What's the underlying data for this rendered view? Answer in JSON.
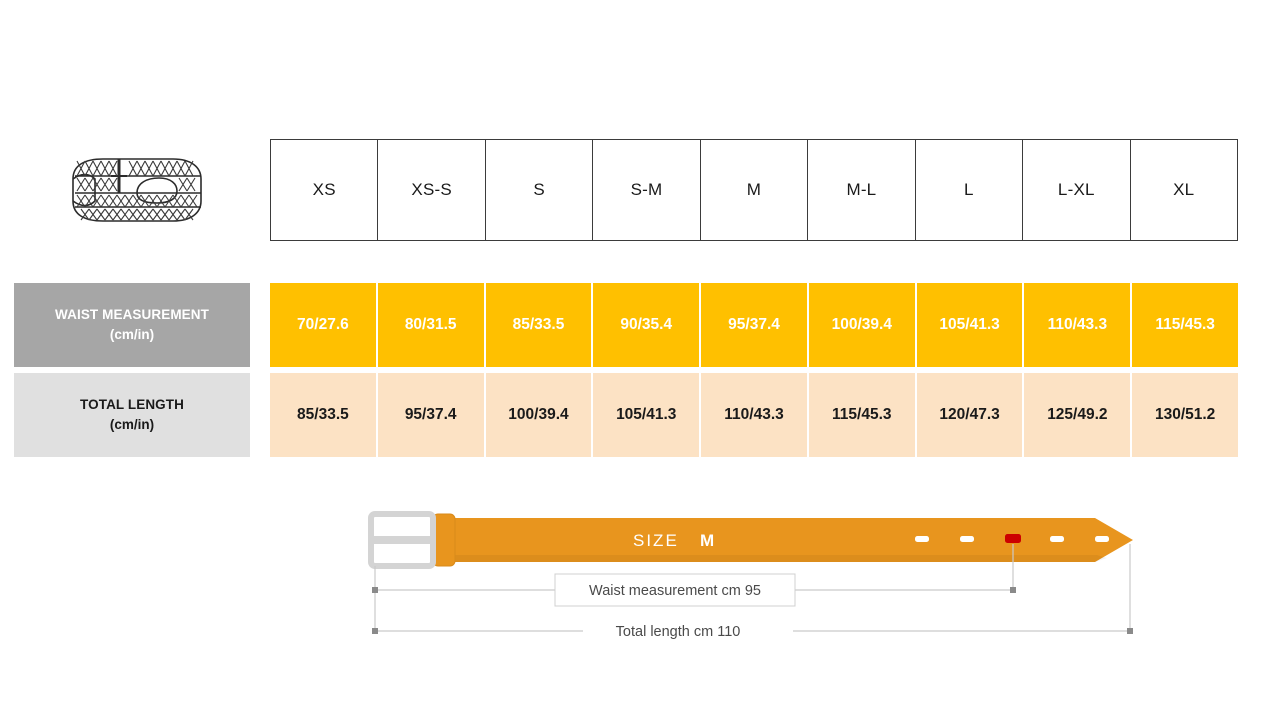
{
  "product": {
    "icon": "woven-belt-coiled-icon"
  },
  "table": {
    "size_headers": [
      "XS",
      "XS-S",
      "S",
      "S-M",
      "M",
      "M-L",
      "L",
      "L-XL",
      "XL"
    ],
    "rows": [
      {
        "label_line1": "WAIST MEASUREMENT",
        "label_line2": "(cm/in)",
        "values": [
          "70/27.6",
          "80/31.5",
          "85/33.5",
          "90/35.4",
          "95/37.4",
          "100/39.4",
          "105/41.3",
          "110/43.3",
          "115/45.3"
        ],
        "fill": "#FFC000",
        "label_fill": "#A6A6A6"
      },
      {
        "label_line1": "TOTAL LENGTH",
        "label_line2": "(cm/in)",
        "values": [
          "85/33.5",
          "95/37.4",
          "100/39.4",
          "105/41.3",
          "110/43.3",
          "115/45.3",
          "120/47.3",
          "125/49.2",
          "130/51.2"
        ],
        "fill": "#FCE2C4",
        "label_fill": "#E0E0E0"
      }
    ]
  },
  "diagram": {
    "size_word": "SIZE",
    "size_value": "M",
    "waist_dimension": "Waist measurement cm 95",
    "total_dimension": "Total length cm 110",
    "belt_color": "#E8951E",
    "buckle_color": "#D4D4D4",
    "active_hole_color": "#CC0000",
    "hole_count": 5,
    "active_hole_index": 3
  }
}
